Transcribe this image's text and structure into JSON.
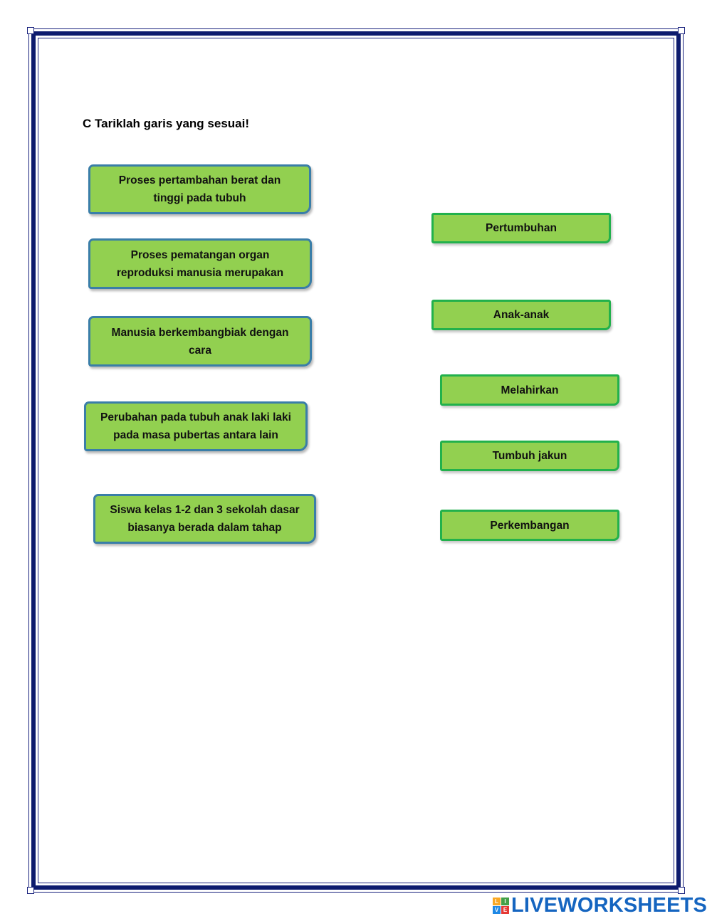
{
  "worksheet": {
    "instruction": "C  Tariklah garis yang sesuai!",
    "questions": [
      {
        "line1": "Proses pertambahan berat dan",
        "line2": "tinggi pada tubuh"
      },
      {
        "line1": "Proses pematangan organ",
        "line2": "reproduksi manusia merupakan"
      },
      {
        "line1": "Manusia berkembangbiak dengan",
        "line2": "cara"
      },
      {
        "line1": "Perubahan pada tubuh anak laki laki",
        "line2": "pada masa pubertas antara lain"
      },
      {
        "line1": "Siswa kelas 1-2 dan 3 sekolah dasar",
        "line2": "biasanya berada dalam tahap"
      }
    ],
    "answers": [
      "Pertumbuhan",
      "Anak-anak",
      "Melahirkan",
      "Tumbuh jakun",
      "Perkembangan"
    ]
  },
  "branding": {
    "logo_text": "LIVEWORKSHEETS",
    "logo_letters": [
      "L",
      "I",
      "V",
      "E"
    ],
    "colors": {
      "box_fill": "#92d050",
      "question_border": "#3a7ea8",
      "answer_border": "#22b14c",
      "page_border": "#0d1b6e",
      "logo": "#1565c0"
    }
  }
}
